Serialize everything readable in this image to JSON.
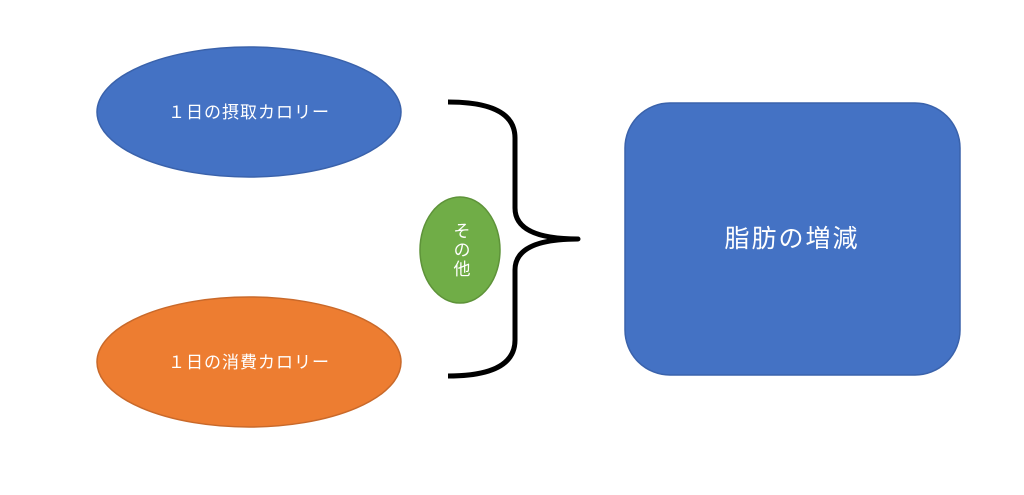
{
  "nodes": {
    "intake": {
      "label": "１日の摂取カロリー",
      "color": "#4472C4"
    },
    "expenditure": {
      "label": "１日の消費カロリー",
      "color": "#ED7D31"
    },
    "other": {
      "label": "その他",
      "color": "#70AD47"
    },
    "result": {
      "label": "脂肪の増減",
      "color": "#4472C4"
    }
  },
  "connector": {
    "type": "right-curly-brace",
    "color": "#000000"
  }
}
